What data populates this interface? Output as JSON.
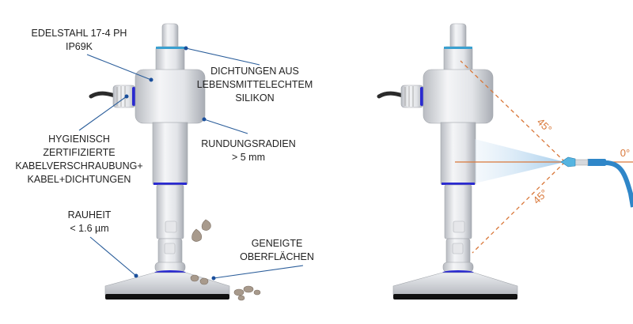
{
  "callouts": {
    "material": [
      "EDELSTAHL 17-4 PH",
      "IP69K"
    ],
    "seals": [
      "DICHTUNGEN AUS",
      "LEBENSMITTELECHTEM",
      "SILIKON"
    ],
    "cable_gland": [
      "HYGIENISCH",
      "ZERTIFIZIERTE",
      "KABELVERSCHRAUBUNG+",
      "KABEL+DICHTUNGEN"
    ],
    "radii": [
      "RUNDUNGSRADIEN",
      "> 5 mm"
    ],
    "roughness": [
      "RAUHEIT",
      "< 1.6 µm"
    ],
    "inclined": [
      "GENEIGTE",
      "OBERFLÄCHEN"
    ]
  },
  "spray_angles": {
    "upper": "45°",
    "lower": "45°",
    "horizontal": "0°"
  },
  "colors": {
    "seal_blue": "#2a2ad0",
    "accent_orange": "#d9783a",
    "callout_line": "#2a5d9a",
    "hose_blue": "#2f86c8"
  }
}
